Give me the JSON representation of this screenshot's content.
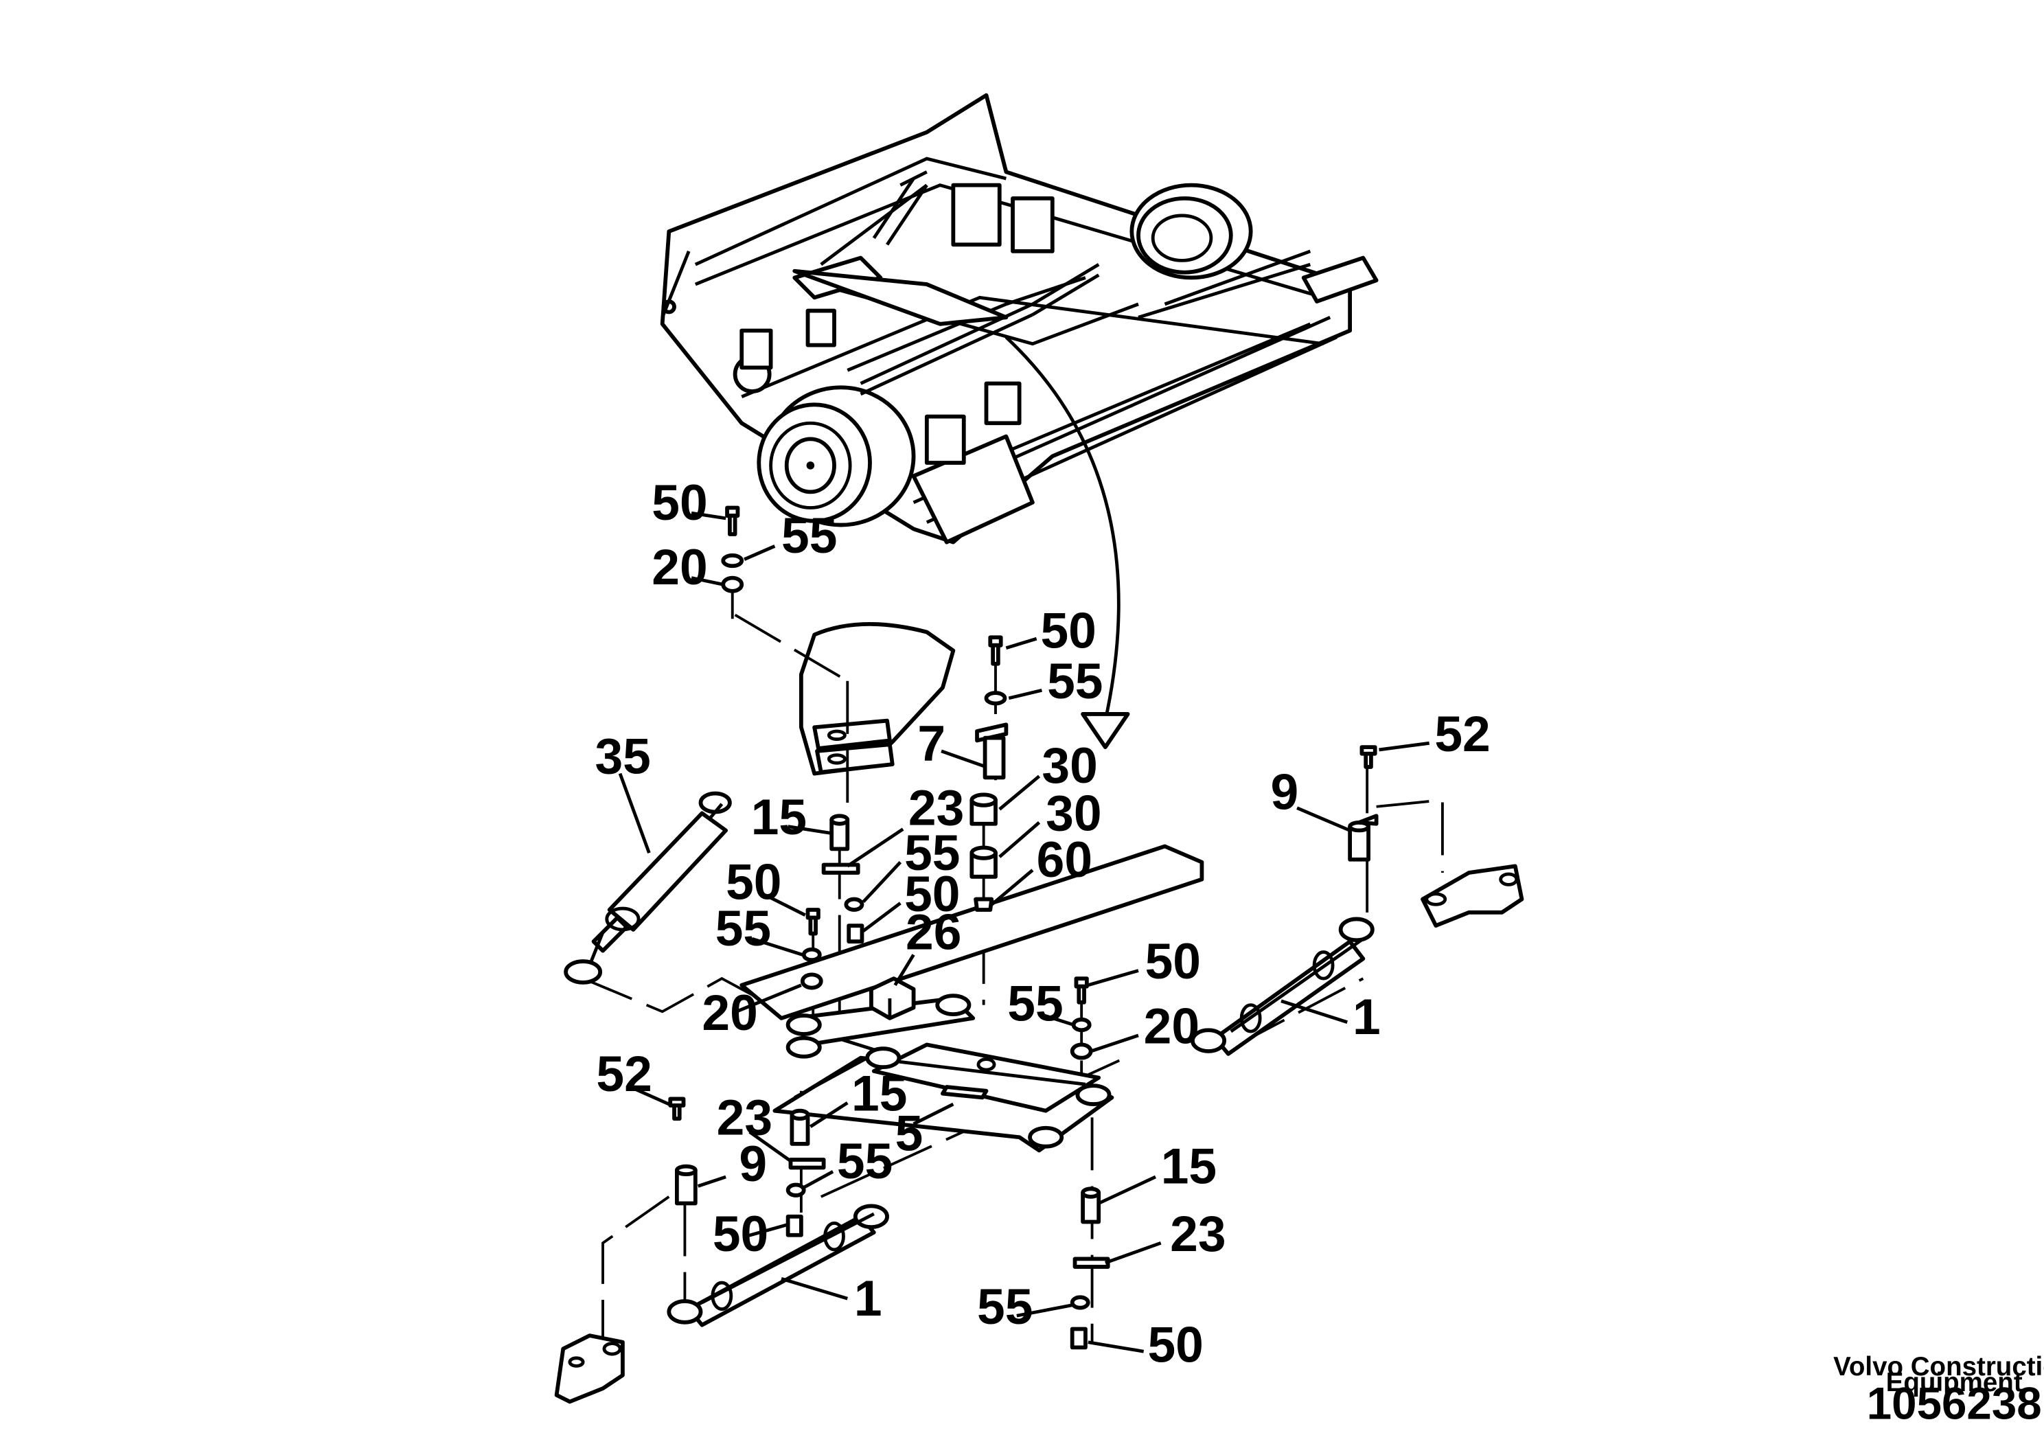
{
  "callouts": [
    {
      "id": "c50a",
      "text": "50"
    },
    {
      "id": "c55a",
      "text": "55"
    },
    {
      "id": "c20a",
      "text": "20"
    },
    {
      "id": "c50b",
      "text": "50"
    },
    {
      "id": "c55b",
      "text": "55"
    },
    {
      "id": "c7",
      "text": "7"
    },
    {
      "id": "c30a",
      "text": "30"
    },
    {
      "id": "c30b",
      "text": "30"
    },
    {
      "id": "c60",
      "text": "60"
    },
    {
      "id": "c35",
      "text": "35"
    },
    {
      "id": "c15a",
      "text": "15"
    },
    {
      "id": "c23a",
      "text": "23"
    },
    {
      "id": "c55c",
      "text": "55"
    },
    {
      "id": "c50c",
      "text": "50"
    },
    {
      "id": "c50d",
      "text": "50"
    },
    {
      "id": "c55d",
      "text": "55"
    },
    {
      "id": "c26",
      "text": "26"
    },
    {
      "id": "c20b",
      "text": "20"
    },
    {
      "id": "c50e",
      "text": "50"
    },
    {
      "id": "c55e",
      "text": "55"
    },
    {
      "id": "c20c",
      "text": "20"
    },
    {
      "id": "c52a",
      "text": "52"
    },
    {
      "id": "c9a",
      "text": "9"
    },
    {
      "id": "c1a",
      "text": "1"
    },
    {
      "id": "c52b",
      "text": "52"
    },
    {
      "id": "c23b",
      "text": "23"
    },
    {
      "id": "c15b",
      "text": "15"
    },
    {
      "id": "c55f",
      "text": "55"
    },
    {
      "id": "c9b",
      "text": "9"
    },
    {
      "id": "c5",
      "text": "5"
    },
    {
      "id": "c50f",
      "text": "50"
    },
    {
      "id": "c1b",
      "text": "1"
    },
    {
      "id": "c15c",
      "text": "15"
    },
    {
      "id": "c23c",
      "text": "23"
    },
    {
      "id": "c55g",
      "text": "55"
    },
    {
      "id": "c50g",
      "text": "50"
    }
  ],
  "footer": {
    "brand_line1": "Volvo Construction",
    "brand_line2": "Equipment",
    "doc_number": "1056238"
  }
}
